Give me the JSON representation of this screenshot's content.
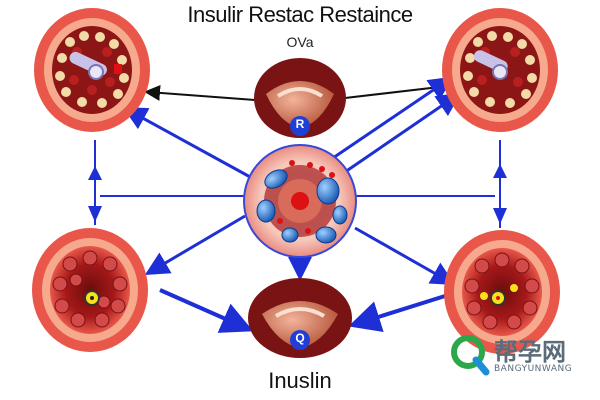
{
  "title": "Insulir Restac Restaince",
  "subtitle": "OVa",
  "footer": "Inuslin",
  "nodes": {
    "top_center_label": "R",
    "bottom_center_label": "Q"
  },
  "watermark": {
    "text": "帮孕网",
    "sub": "BANGYUNWANG"
  },
  "colors": {
    "arrow": "#1e2fd6",
    "tissue_outer": "#e8574a",
    "tissue_mid": "#f7a98e",
    "cell_blue": "#2f7fd6"
  }
}
